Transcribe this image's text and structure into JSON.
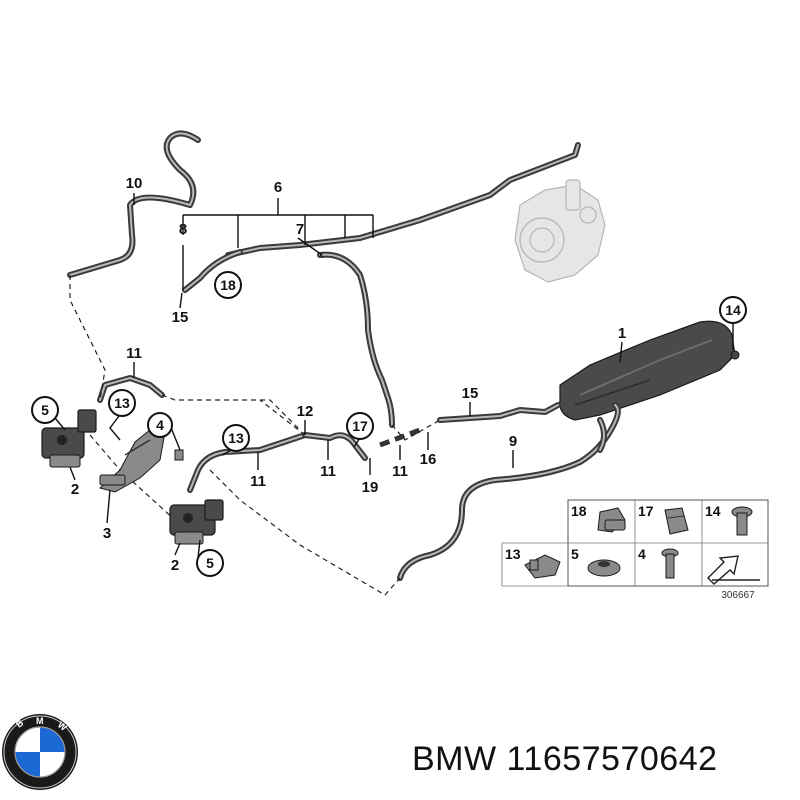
{
  "labels": {
    "l1": "1",
    "l2a": "2",
    "l2b": "2",
    "l3": "3",
    "l4": "4",
    "l5a": "5",
    "l5b": "5",
    "l6": "6",
    "l7": "7",
    "l8": "8",
    "l9": "9",
    "l10": "10",
    "l11a": "11",
    "l11b": "11",
    "l11c": "11",
    "l11d": "11",
    "l12": "12",
    "l13a": "13",
    "l13b": "13",
    "l14": "14",
    "l15a": "15",
    "l15b": "15",
    "l16": "16",
    "l17": "17",
    "l18": "18",
    "l19": "19"
  },
  "legend": {
    "items": [
      "18",
      "17",
      "14",
      "13",
      "5",
      "4"
    ]
  },
  "drawing_number": "306667",
  "footer": {
    "brand": "BMW",
    "part_number": "11657570642",
    "text": "BMW 11657570642"
  },
  "colors": {
    "hose": "#3a3a3a",
    "ghost_pump": "#e6e6e6",
    "logo_blue": "#1c69d4"
  }
}
